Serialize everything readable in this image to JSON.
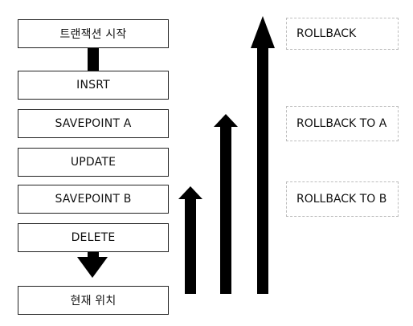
{
  "steps": [
    {
      "label": "트랜잭션 시작"
    },
    {
      "label": "INSRT"
    },
    {
      "label": "SAVEPOINT A"
    },
    {
      "label": "UPDATE"
    },
    {
      "label": "SAVEPOINT B"
    },
    {
      "label": "DELETE"
    },
    {
      "label": "현재 위치"
    }
  ],
  "rollbacks": [
    {
      "label": "ROLLBACK"
    },
    {
      "label": "ROLLBACK TO A"
    },
    {
      "label": "ROLLBACK TO B"
    }
  ]
}
